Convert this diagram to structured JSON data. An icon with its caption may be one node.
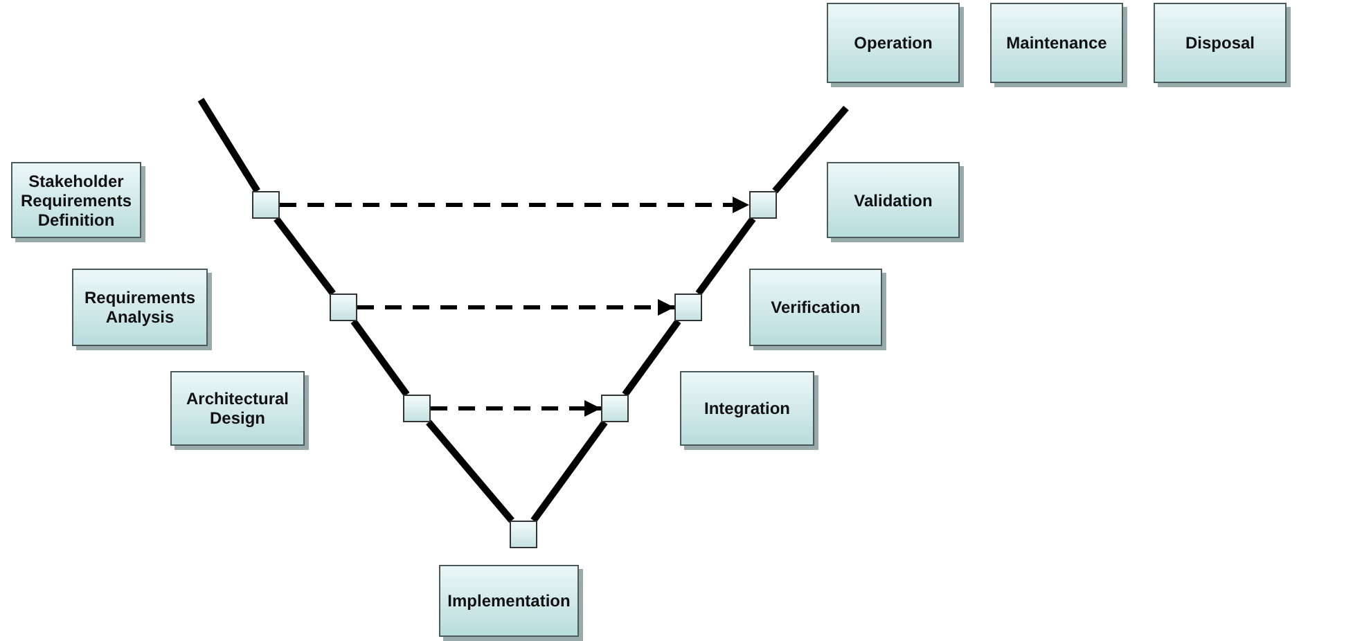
{
  "diagram": {
    "nodes": [
      {
        "text": [
          "Operation"
        ]
      },
      {
        "text": [
          "Maintenance"
        ]
      },
      {
        "text": [
          "Disposal"
        ]
      },
      {
        "text": [
          "Stakeholder Requirements Definition"
        ]
      },
      {
        "text": [
          "Validation"
        ]
      },
      {
        "text": [
          "Requirements Analysis"
        ]
      },
      {
        "text": [
          "Verification"
        ]
      },
      {
        "text": [
          "Architectural Design"
        ]
      },
      {
        "text": [
          "Integration"
        ]
      },
      {
        "text": [
          "Implementation"
        ]
      },
      {
        "text": [],
        "shape": "box"
      },
      {
        "text": [],
        "shape": "box"
      },
      {
        "text": [],
        "shape": "box"
      },
      {
        "text": [],
        "shape": "box"
      },
      {
        "text": [],
        "shape": "box"
      },
      {
        "text": [],
        "shape": "box"
      },
      {
        "text": [],
        "shape": "box"
      }
    ],
    "edges": [
      {
        "from": null,
        "to": 10,
        "arrow": "none"
      },
      {
        "from": 10,
        "to": 11,
        "arrow": "none"
      },
      {
        "from": 11,
        "to": 12,
        "arrow": "none"
      },
      {
        "from": 12,
        "to": 13,
        "arrow": "none"
      },
      {
        "from": 13,
        "to": 14,
        "arrow": "none"
      },
      {
        "from": 14,
        "to": 15,
        "arrow": "none"
      },
      {
        "from": 15,
        "to": 16,
        "arrow": "none"
      },
      {
        "from": 16,
        "to": null,
        "arrow": "none"
      },
      {
        "from": 10,
        "to": 16,
        "arrow": "to",
        "style": "dashed"
      },
      {
        "from": 11,
        "to": 15,
        "arrow": "to",
        "style": "dashed"
      },
      {
        "from": 12,
        "to": 14,
        "arrow": "to",
        "style": "dashed"
      }
    ]
  }
}
